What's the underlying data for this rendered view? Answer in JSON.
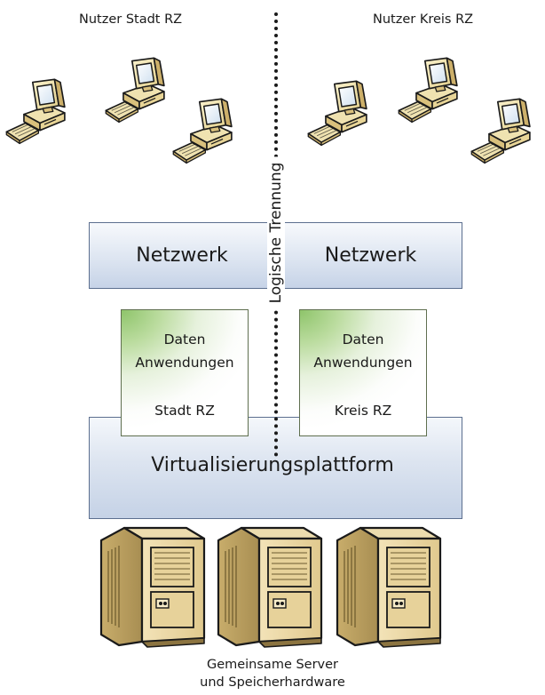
{
  "users": {
    "left_label": "Nutzer Stadt RZ",
    "right_label": "Nutzer Kreis RZ",
    "icon": "desktop-computer-icon"
  },
  "separator": {
    "label": "Logische Trennung"
  },
  "network": {
    "left_label": "Netzwerk",
    "right_label": "Netzwerk"
  },
  "data_boxes": [
    {
      "line1": "Daten",
      "line2": "Anwendungen",
      "line3": "Stadt RZ"
    },
    {
      "line1": "Daten",
      "line2": "Anwendungen",
      "line3": "Kreis RZ"
    }
  ],
  "platform": {
    "label": "Virtualisierungsplattform"
  },
  "servers": {
    "icon": "server-tower-icon",
    "caption_line1": "Gemeinsame Server",
    "caption_line2": "und Speicherhardware"
  }
}
